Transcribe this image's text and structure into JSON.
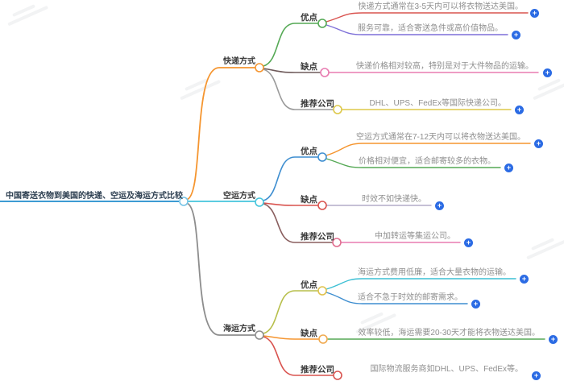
{
  "palette": {
    "plus_bg": "#2b6be4",
    "root_line": "#3d9bd3",
    "root_dot": "#74c3e6",
    "orange": "#f5952f",
    "green": "#55a955",
    "red": "#d9534f",
    "purple": "#7d6fd8",
    "darkbrown": "#6e5a5a",
    "pink": "#e87bb0",
    "gray": "#9a9a9a",
    "yellow": "#ddc84a",
    "cyan": "#45c5dc",
    "blue": "#3e8ed0",
    "maroon": "#8a5f5f",
    "lavender": "#b3abc9",
    "olive": "#b7bf4b",
    "teal": "#3bbfd4",
    "dgray": "#8d8d8d",
    "dot_yellow": "#e0c24d",
    "dot_orange": "#f0a94e",
    "dot_pink": "#e06d8f"
  },
  "root": {
    "label": "中国寄送衣物到美国的快递、空运及海运方式比较"
  },
  "branches": [
    {
      "label": "快递方式",
      "children": [
        {
          "label": "优点",
          "leaves": [
            {
              "text": "快递方式通常在3-5天内可以将衣物送达美国。"
            },
            {
              "text": "服务可靠，适合寄送急件或高价值物品。"
            }
          ]
        },
        {
          "label": "缺点",
          "leaves": [
            {
              "text": "快递价格相对较高，特别是对于大件物品的运输。"
            }
          ]
        },
        {
          "label": "推荐公司",
          "leaves": [
            {
              "text": "DHL、UPS、FedEx等国际快递公司。"
            }
          ]
        }
      ]
    },
    {
      "label": "空运方式",
      "children": [
        {
          "label": "优点",
          "leaves": [
            {
              "text": "空运方式通常在7-12天内可以将衣物送达美国。"
            },
            {
              "text": "价格相对便宜，适合邮寄较多的衣物。"
            }
          ]
        },
        {
          "label": "缺点",
          "leaves": [
            {
              "text": "时效不如快递快。"
            }
          ]
        },
        {
          "label": "推荐公司",
          "leaves": [
            {
              "text": "中加转运等集运公司。"
            }
          ]
        }
      ]
    },
    {
      "label": "海运方式",
      "children": [
        {
          "label": "优点",
          "leaves": [
            {
              "text": "海运方式费用低廉，适合大量衣物的运输。"
            },
            {
              "text": "适合不急于时效的邮寄需求。"
            }
          ]
        },
        {
          "label": "缺点",
          "leaves": [
            {
              "text": "效率较低，海运需要20-30天才能将衣物送达美国。"
            }
          ]
        },
        {
          "label": "推荐公司",
          "leaves": [
            {
              "text": "国际物流服务商如DHL、UPS、FedEx等。"
            }
          ]
        }
      ]
    }
  ],
  "plus_label": "+"
}
